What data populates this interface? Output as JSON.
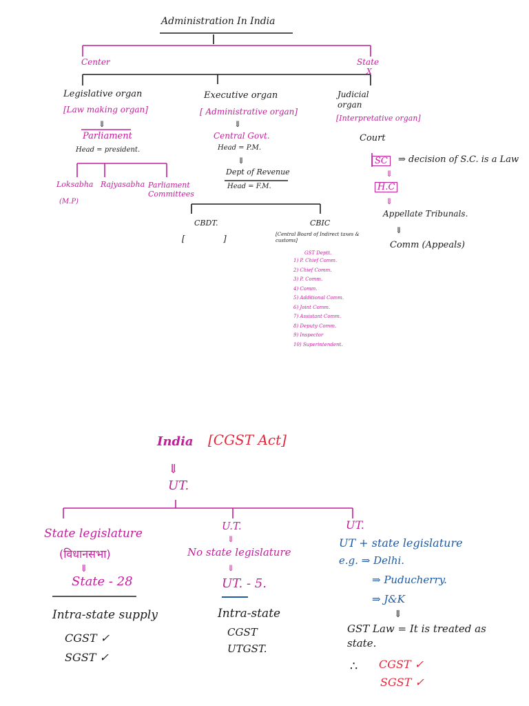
{
  "top": {
    "title": "Administration In India",
    "center": "Center",
    "state": "State",
    "state_mark": "X",
    "legislative": {
      "label": "Legislative organ",
      "role": "[Law making organ]",
      "arrow": "⇓",
      "body": "Parliament",
      "head": "Head = president.",
      "children": [
        "Loksabha",
        "Rajyasabha",
        "Parliament Committees"
      ],
      "loksabha_sub": "(M.P)"
    },
    "executive": {
      "label": "Executive organ",
      "role": "[ Administrative organ]",
      "body": "Central Govt.",
      "head": "Head = P.M.",
      "dept": "Dept of Revenue",
      "dept_head": "Head = F.M.",
      "cbdt": "CBDT.",
      "cbdt_bracket_open": "[",
      "cbdt_bracket_close": "]",
      "cbic": "CBIC",
      "cbic_full": "[Central Board of Indirect taxes & customs]",
      "gst_dept": "GST Deptt.",
      "ranks": [
        "1) P. Chief Comm.",
        "2) Chief Comm.",
        "3) P. Comm.",
        "4) Comm.",
        "5) Additional Comm.",
        "6) Joint Comm.",
        "7) Assistant Comm.",
        "8) Deputy Comm.",
        "9) Inspector",
        "10) Superintendent."
      ]
    },
    "judicial": {
      "label": "Judicial organ",
      "role": "[Interpretative organ]",
      "body": "Court",
      "sc": "SC",
      "sc_note": "⇒ decision of S.C. is a Law",
      "hc": "H.C",
      "tribunal": "Appellate Tribunals.",
      "comm": "Comm (Appeals)"
    }
  },
  "bottom": {
    "india": "India",
    "act": "[CGST Act]",
    "ut_root": "UT.",
    "col1": {
      "heading": "State legislature",
      "hindi": "(विधानसभा)",
      "count": "State - 28",
      "supply": "Intra-state supply",
      "tax1": "CGST ✓",
      "tax2": "SGST ✓"
    },
    "col2": {
      "heading": "U.T.",
      "note": "No state legislature",
      "count": "UT. - 5.",
      "supply": "Intra-state",
      "tax1": "CGST",
      "tax2": "UTGST."
    },
    "col3": {
      "heading": "UT.",
      "note": "UT + state legislature",
      "eg1": "e.g. ⇒ Delhi.",
      "eg2": "⇒ Puducherry.",
      "eg3": "⇒ J&K",
      "law": "GST Law = It is treated as state.",
      "mark": "∴",
      "tax1": "CGST ✓",
      "tax2": "SGST ✓"
    }
  }
}
